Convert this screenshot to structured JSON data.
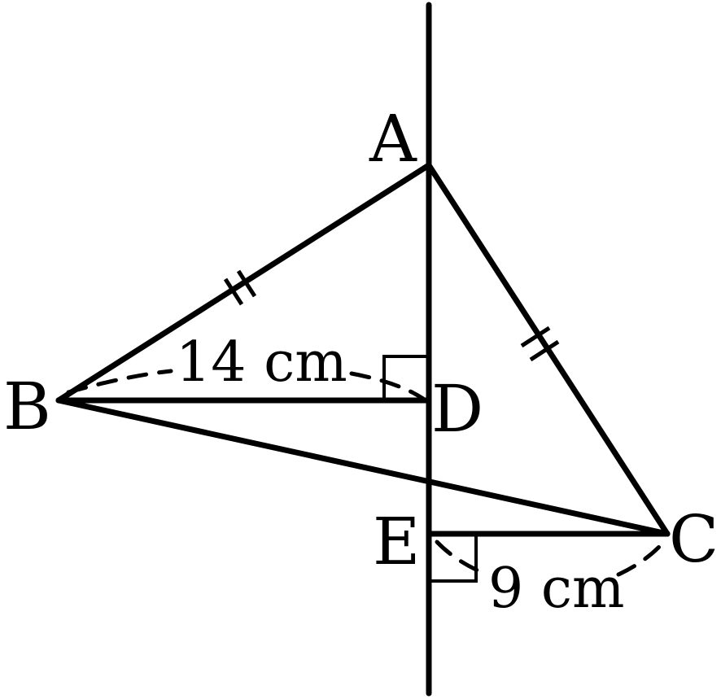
{
  "points": {
    "A": "A",
    "B": "B",
    "C": "C",
    "D": "D",
    "E": "E"
  },
  "measurements": {
    "bd": "14 cm",
    "ec": "9 cm"
  }
}
